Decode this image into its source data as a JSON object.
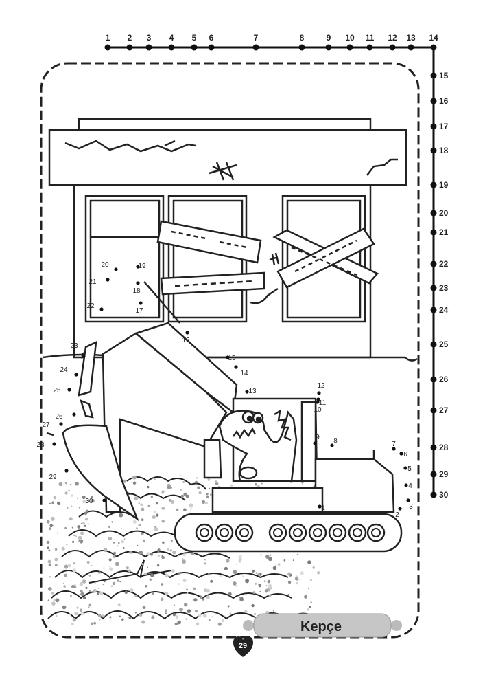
{
  "ruler": {
    "top_numbers": [
      "1",
      "2",
      "3",
      "4",
      "5",
      "6",
      "7",
      "8",
      "9",
      "10",
      "11",
      "12",
      "13",
      "14"
    ],
    "right_numbers": [
      "15",
      "16",
      "17",
      "18",
      "19",
      "20",
      "21",
      "22",
      "23",
      "24",
      "25",
      "26",
      "27",
      "28",
      "29",
      "30"
    ]
  },
  "dots": [
    "1",
    "2",
    "3",
    "4",
    "5",
    "6",
    "7",
    "8",
    "9",
    "10",
    "11",
    "12",
    "13",
    "14",
    "15",
    "16",
    "17",
    "18",
    "19",
    "20",
    "21",
    "22",
    "23",
    "24",
    "25",
    "26",
    "27",
    "28",
    "29",
    "30"
  ],
  "title_banner": {
    "text": "Kepçe"
  },
  "page_number": "29"
}
